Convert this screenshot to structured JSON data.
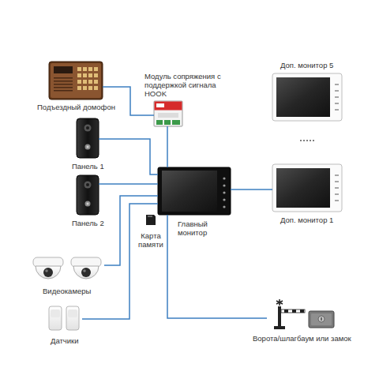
{
  "diagram": {
    "nodes": [
      {
        "text": [
          "Подъездный домофон"
        ]
      },
      {
        "text": [
          "Модуль сопряжения с поддержкой сигнала HOOK"
        ]
      },
      {
        "text": [
          "Панель 1"
        ]
      },
      {
        "text": [
          "Панель 2"
        ]
      },
      {
        "text": [
          "Главный монитор"
        ]
      },
      {
        "text": [
          "Карта памяти"
        ]
      },
      {
        "text": [
          "Видеокамеры"
        ]
      },
      {
        "text": [
          "Датчики"
        ]
      },
      {
        "text": [
          "Доп. монитор 5"
        ]
      },
      {
        "text": [
          "Доп. монитор 1"
        ]
      },
      {
        "text": [
          "Ворота/шлагбаум или замок"
        ]
      }
    ],
    "edges": [
      {
        "from": 0,
        "to": 1,
        "arrow": "none"
      },
      {
        "from": 1,
        "to": 4,
        "arrow": "none"
      },
      {
        "from": 2,
        "to": 4,
        "arrow": "none"
      },
      {
        "from": 3,
        "to": 4,
        "arrow": "none"
      },
      {
        "from": 6,
        "to": 4,
        "arrow": "none"
      },
      {
        "from": 7,
        "to": 4,
        "arrow": "none"
      },
      {
        "from": 4,
        "to": 9,
        "arrow": "none"
      },
      {
        "from": 4,
        "to": 10,
        "arrow": "none"
      }
    ]
  }
}
